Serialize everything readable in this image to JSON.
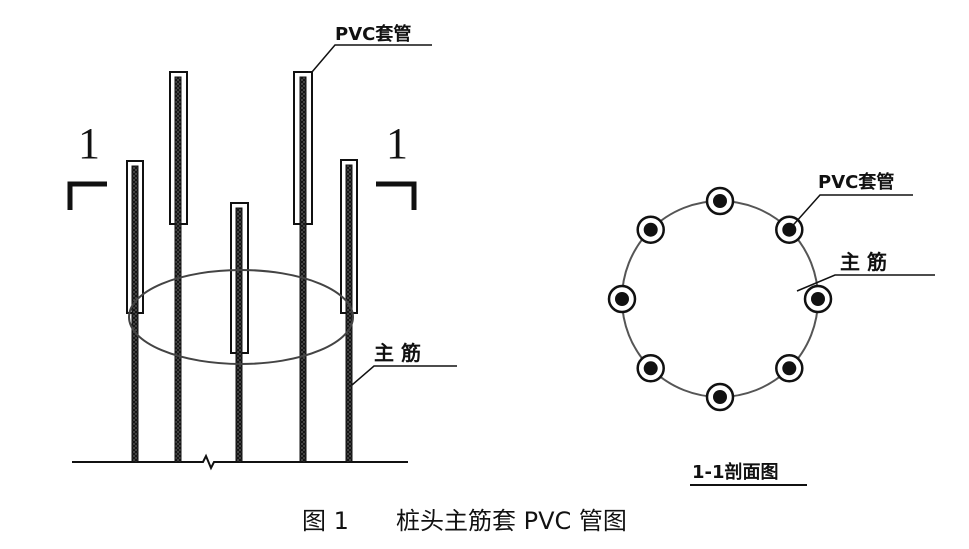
{
  "elevation": {
    "section_mark_left": "1",
    "section_mark_right": "1",
    "pvc_sleeve_label": "PVC套管",
    "main_rebar_label": "主 筋"
  },
  "section": {
    "pvc_sleeve_label": "PVC套管",
    "main_rebar_label": "主 筋",
    "title": "1-1剖面图",
    "rebar_count": 8
  },
  "caption": {
    "figure_number": "图 1",
    "figure_title": "桩头主筋套 PVC 管图"
  }
}
